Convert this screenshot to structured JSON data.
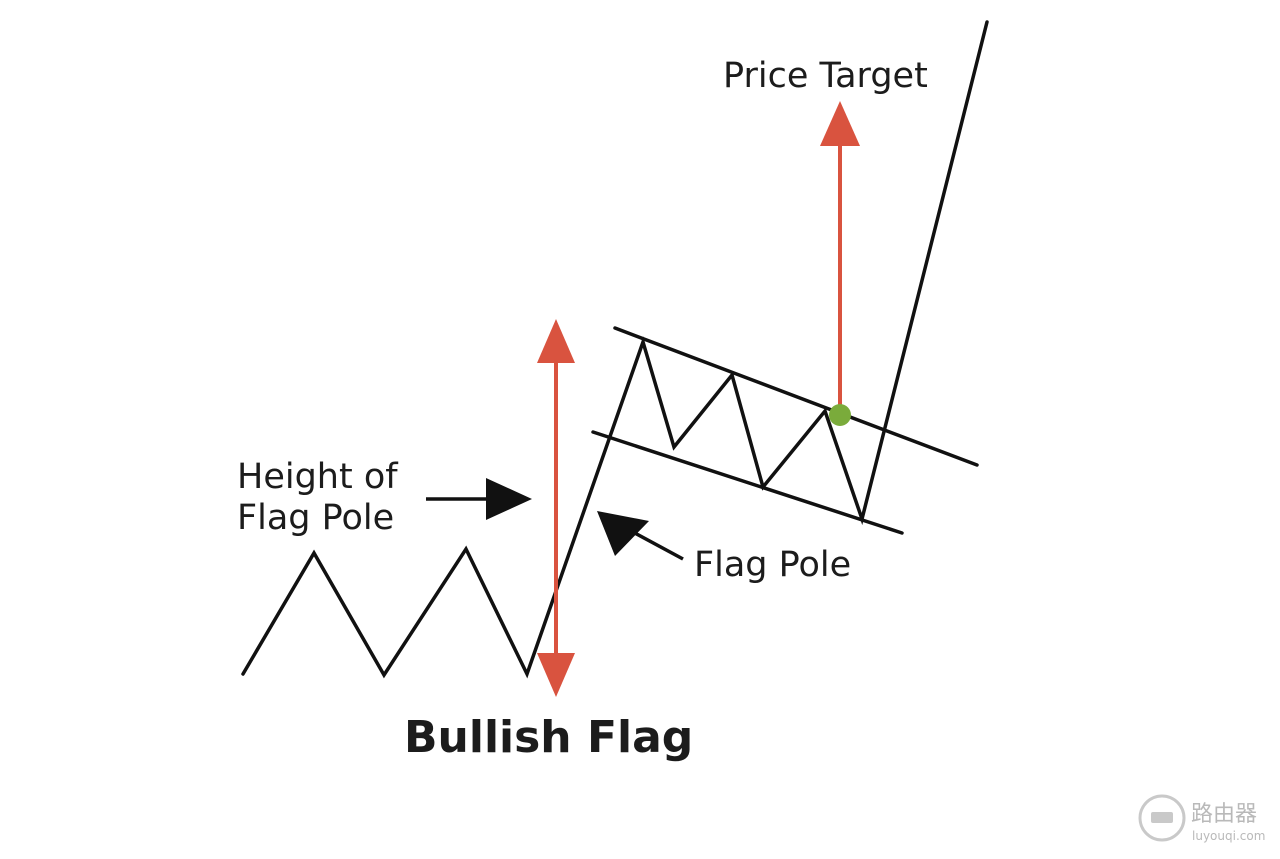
{
  "labels": {
    "price_target": "Price Target",
    "height_line1": "Height of",
    "height_line2": "Flag Pole",
    "flag_pole": "Flag Pole",
    "title": "Bullish Flag"
  },
  "watermark": {
    "name": "路由器",
    "url": "luyouqi.com"
  },
  "colors": {
    "line": "#111111",
    "measure_arrow": "#d9533f",
    "breakout_point": "#7aab3b",
    "text": "#1c1c1c"
  },
  "icons": [
    "up-arrow-icon",
    "down-arrow-icon",
    "right-arrow-icon",
    "pointer-arrow-icon",
    "router-logo-icon"
  ]
}
